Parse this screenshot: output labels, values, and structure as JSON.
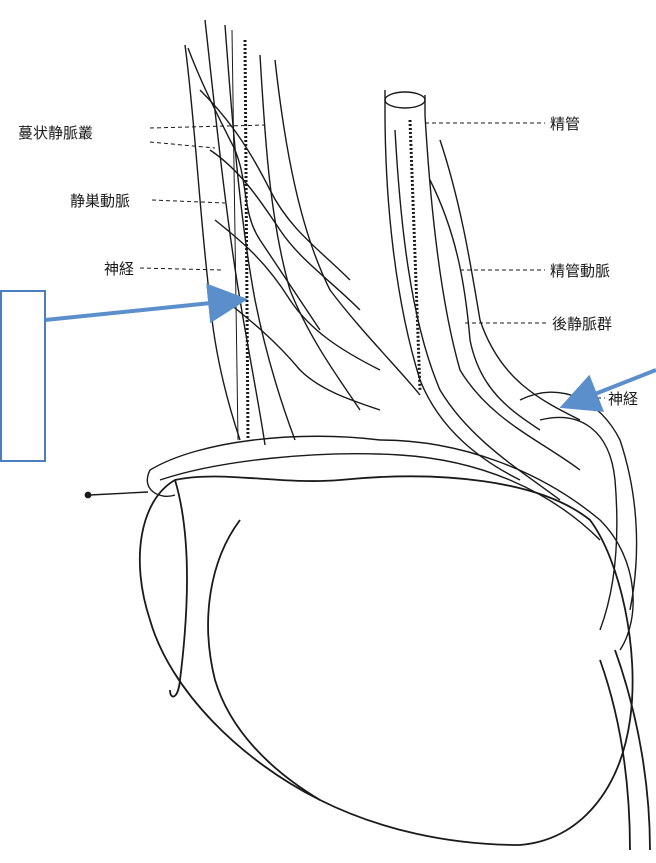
{
  "labels": {
    "pampiniform_plexus": "蔓状静脈叢",
    "testicular_artery": "静巣動脈",
    "nerve_left": "神経",
    "vas_deferens": "精管",
    "deferential_artery": "精管動脈",
    "posterior_veins": "後静脈群",
    "nerve_right": "神経"
  },
  "callout_box": {
    "text": ""
  },
  "colors": {
    "line": "#1a1a1a",
    "arrow": "#5b8fcc",
    "callout_border": "#4a7fc1"
  }
}
